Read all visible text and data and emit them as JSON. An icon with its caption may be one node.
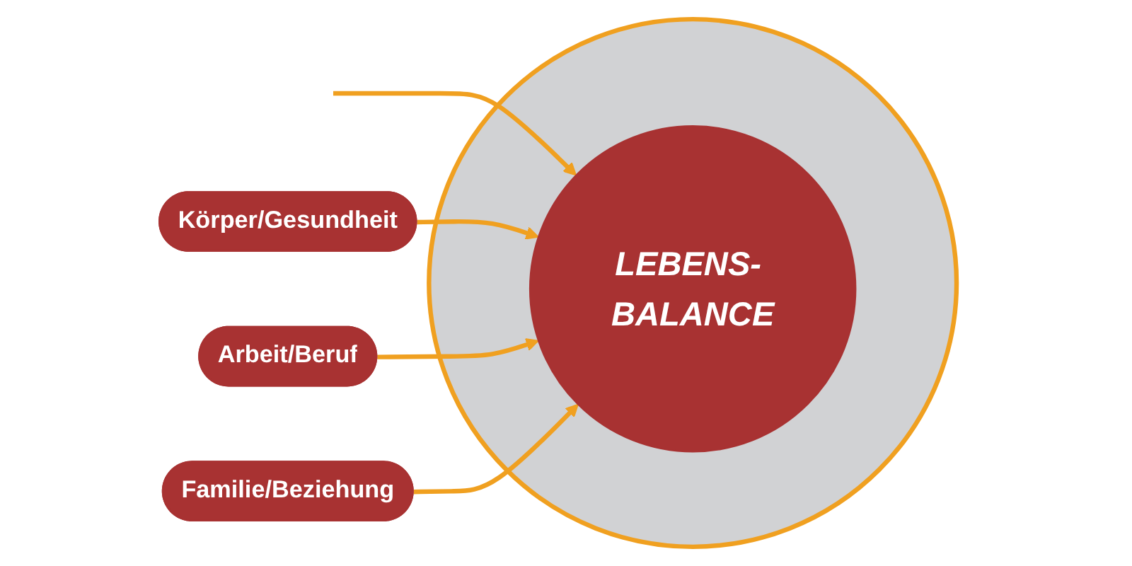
{
  "diagram": {
    "nodes": [
      {
        "text": [],
        "shape": "circle"
      },
      {
        "text": [
          "LEBENS- BALANCE"
        ],
        "in": 0
      },
      {
        "text": [
          "Körper/Gesundheit"
        ]
      },
      {
        "text": [
          "Arbeit/Beruf"
        ]
      },
      {
        "text": [
          "Familie/Beziehung"
        ]
      }
    ],
    "edges": [
      {
        "from": null,
        "to": 1,
        "arrow": "to"
      },
      {
        "from": 2,
        "to": 1,
        "arrow": "to"
      },
      {
        "from": 3,
        "to": 1,
        "arrow": "to"
      },
      {
        "from": 4,
        "to": 1,
        "arrow": "to"
      }
    ]
  }
}
